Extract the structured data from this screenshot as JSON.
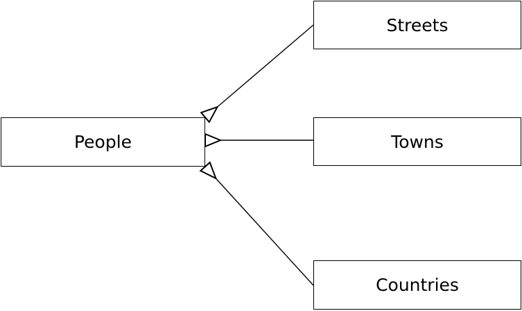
{
  "diagram": {
    "background_color": "#ffffff",
    "line_color": "#000000",
    "text_color": "#000000",
    "nodes": [
      {
        "id": "people",
        "label": "People"
      },
      {
        "id": "streets",
        "label": "Streets"
      },
      {
        "id": "towns",
        "label": "Towns"
      },
      {
        "id": "countries",
        "label": "Countries"
      }
    ],
    "edges": [
      {
        "from": "people",
        "to": "streets",
        "arrowhead": "hollow-triangle",
        "arrowhead_at": "people"
      },
      {
        "from": "people",
        "to": "towns",
        "arrowhead": "hollow-triangle",
        "arrowhead_at": "people"
      },
      {
        "from": "people",
        "to": "countries",
        "arrowhead": "hollow-triangle",
        "arrowhead_at": "people"
      }
    ]
  }
}
